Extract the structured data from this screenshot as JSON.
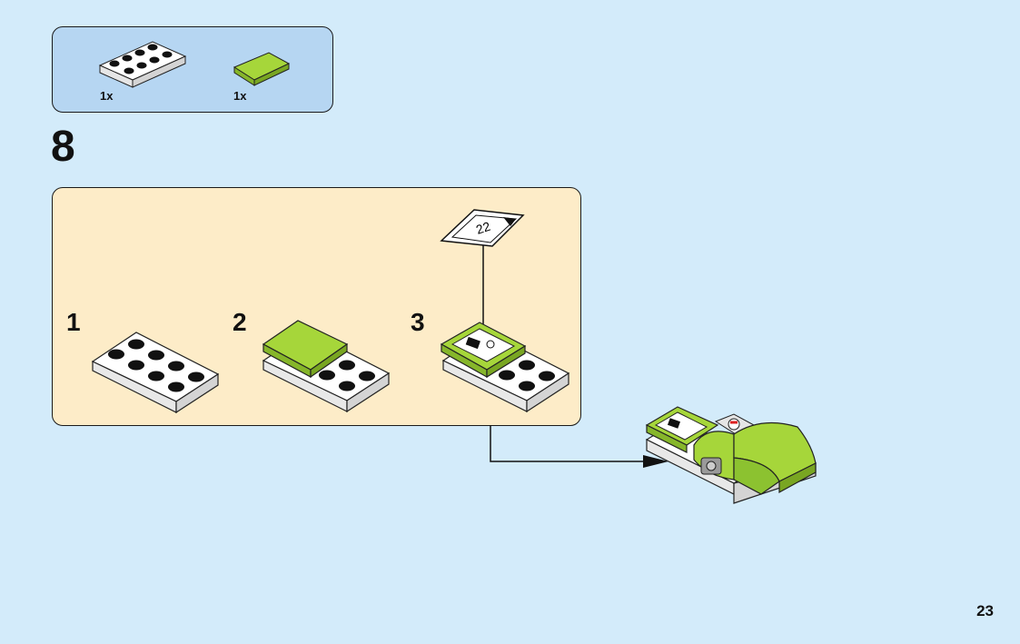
{
  "parts_list": {
    "items": [
      {
        "icon": "white-plate-2x4-icon",
        "quantity": "1x"
      },
      {
        "icon": "lime-tile-2x2-icon",
        "quantity": "1x"
      }
    ]
  },
  "step": {
    "number": "8"
  },
  "sub_steps": [
    {
      "number": "1",
      "icon": "white-plate-2x4-icon"
    },
    {
      "number": "2",
      "icon": "plate-with-lime-tile-icon"
    },
    {
      "number": "3",
      "icon": "plate-with-sticker-tile-icon"
    }
  ],
  "sticker_callout": {
    "number": "22"
  },
  "result": {
    "icon": "assembled-model-icon"
  },
  "page": {
    "number": "23"
  },
  "colors": {
    "background": "#d3ebfa",
    "parts_box": "#b6d6f2",
    "steps_box": "#fdecc8",
    "lime": "#a6d63a",
    "white_brick": "#ffffff"
  }
}
